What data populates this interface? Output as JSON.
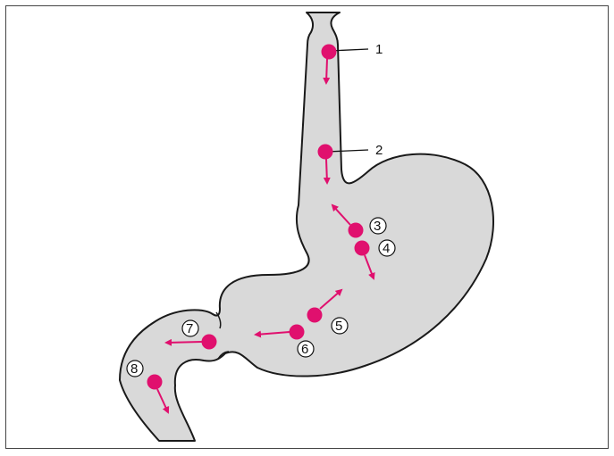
{
  "colors": {
    "organ_fill": "#d9d9d9",
    "organ_stroke": "#1a1a1a",
    "marker": "#e0106e",
    "border": "#444444"
  },
  "labels": {
    "l1": "1",
    "l2": "2",
    "l3": "3",
    "l4": "4",
    "l5": "5",
    "l6": "6",
    "l7": "7",
    "l8": "8"
  }
}
